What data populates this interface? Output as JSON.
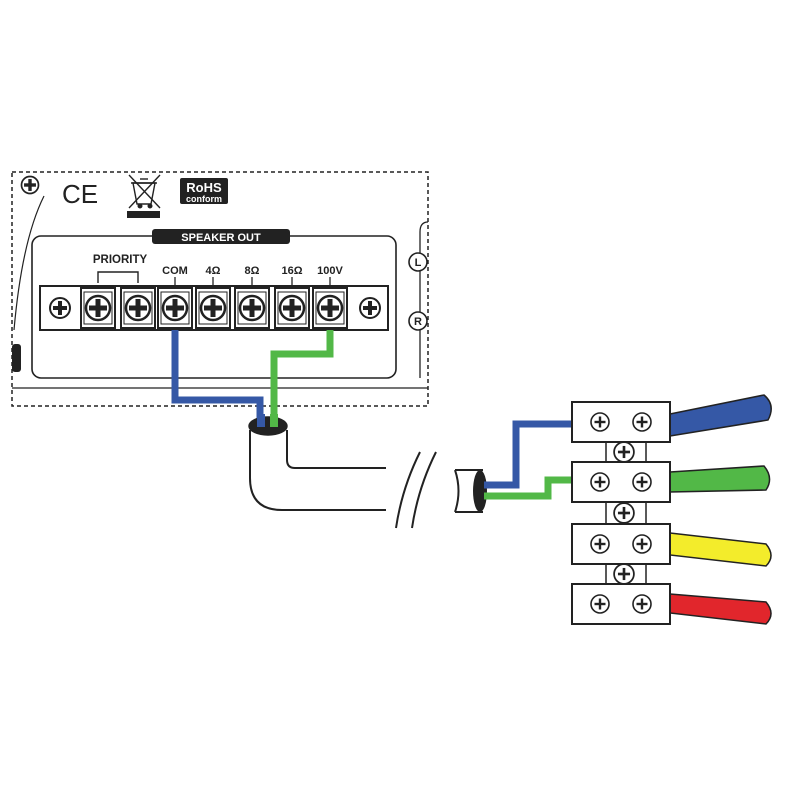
{
  "panel": {
    "ce_mark": "CE",
    "rohs_label": "RoHS",
    "rohs_sub": "conform",
    "section_title": "SPEAKER OUT",
    "priority_label": "PRIORITY",
    "terminal_labels": [
      "COM",
      "4Ω",
      "8Ω",
      "16Ω",
      "100V"
    ],
    "side_jack_labels": [
      "L",
      "R"
    ]
  },
  "wires": {
    "colors": {
      "blue": "#3558a6",
      "green": "#52b847",
      "yellow": "#f3ec2b",
      "red": "#e1262c"
    }
  },
  "icons": [
    "plus-screw-icon",
    "weee-bin-icon",
    "ce-mark-icon",
    "rohs-badge-icon",
    "cable-break-icon"
  ]
}
